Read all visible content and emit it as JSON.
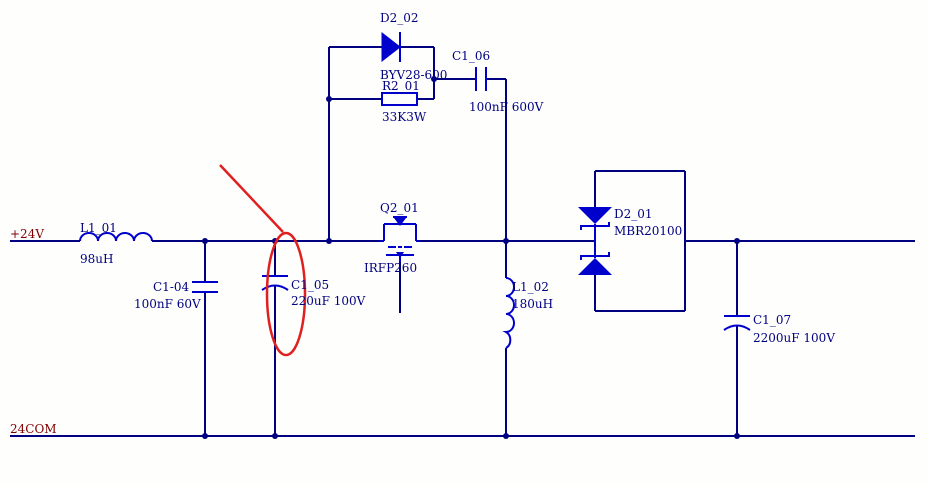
{
  "nets": {
    "pos24": "+24V",
    "com": "24COM"
  },
  "components": {
    "L1_01": {
      "ref": "L1_01",
      "value": "98uH"
    },
    "C1_04": {
      "ref": "C1-04",
      "value": "100nF 60V"
    },
    "C1_05": {
      "ref": "C1_05",
      "value": "220uF 100V"
    },
    "D2_02": {
      "ref": "D2_02",
      "value": "BYV28-600"
    },
    "R2_01": {
      "ref": "R2_01",
      "value": "33K3W"
    },
    "C1_06": {
      "ref": "C1_06",
      "value": "100nF 600V"
    },
    "Q2_01": {
      "ref": "Q2_01",
      "value": "IRFP260"
    },
    "L1_02": {
      "ref": "L1_02",
      "value": "180uH"
    },
    "D2_01": {
      "ref": "D2_01",
      "value": "MBR20100"
    },
    "C1_07": {
      "ref": "C1_07",
      "value": "2200uF 100V"
    }
  },
  "colors": {
    "wire": "#000080",
    "component": "#0000cc",
    "net_label": "#800000",
    "annotation": "#e02020"
  }
}
